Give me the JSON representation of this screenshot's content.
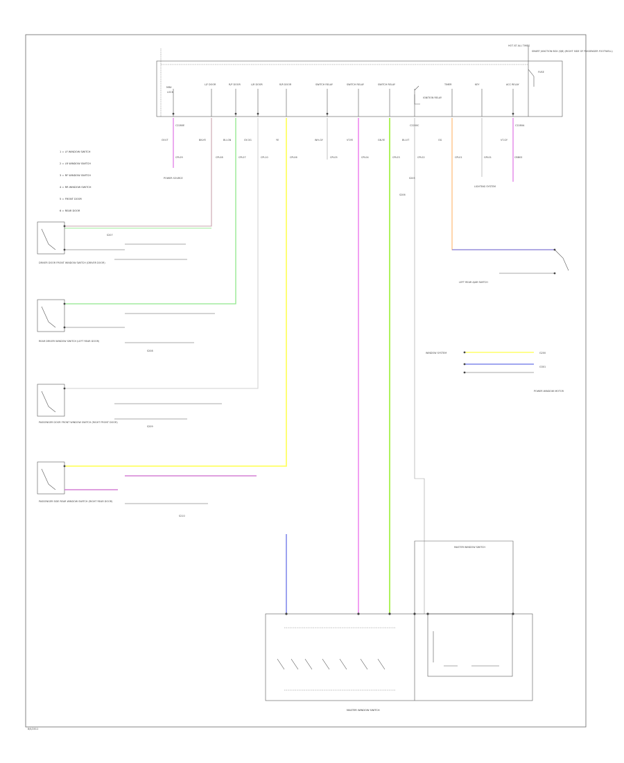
{
  "diagram": {
    "title": "",
    "module": {
      "top_right_label": "HOT AT ALL TIMES",
      "side_label": "SMART JUNCTION BOX (SJB) (RIGHT SIDE OF PASSENGER FOOTWELL)",
      "pin_labels": [
        "MINI",
        "L/F DOOR",
        "R/F DOOR",
        "L/R DOOR",
        "R/R DOOR",
        "SWITCH RELAY",
        "SWITCH RELAY",
        "SWITCH RELAY",
        "TIMER",
        "KEY",
        "ACC RELAY",
        "LOCK"
      ],
      "relay_label": "IGNITION RELAY",
      "fuse_label": "FUSE",
      "connector_ids": [
        "C2280E",
        "C2280C",
        "C2280A"
      ]
    },
    "wire_codes": [
      "GY-VT",
      "BN-YE",
      "BU-GN",
      "GY-OG",
      "YE",
      "WH-GY",
      "VT-YE",
      "GN-YE",
      "BU-VT",
      "OG",
      "VT-GY"
    ],
    "circuit_ids": [
      "CPL09",
      "CPL08",
      "CPL07",
      "CPL10",
      "CPL06",
      "CPL05",
      "CPL04",
      "CPL03",
      "CPL02",
      "CPL01",
      "GPL01",
      "CBB03"
    ],
    "legend": {
      "items": [
        "1 = LF WINDOW SWITCH",
        "2 = LR WINDOW SWITCH",
        "3 = RF WINDOW SWITCH",
        "4 = RR WINDOW SWITCH",
        "5 = FRONT DOOR",
        "6 = REAR DOOR"
      ]
    },
    "components": [
      "DRIVER DOOR FRONT WINDOW SWITCH (DRIVER DOOR)",
      "REAR DRIVER WINDOW SWITCH (LEFT REAR DOOR)",
      "PASSENGER DOOR FRONT WINDOW SWITCH (RIGHT FRONT DOOR)",
      "PASSENGER SIDE REAR WINDOW SWITCH (RIGHT REAR DOOR)",
      "WINDOW SYSTEM",
      "LIGHTING SYSTEM",
      "LEFT REAR AJAR SWITCH",
      "POWER SOURCE",
      "POWER WINDOW MOTOR",
      "MASTER WINDOW SWITCH"
    ],
    "splice_labels": [
      "S205",
      "S206",
      "S207",
      "S208",
      "S209",
      "S210"
    ],
    "ground_labels": [
      "G200",
      "G301"
    ],
    "bottom_label": "MASTER WINDOW SWITCH",
    "footer_code": "8/4/2011"
  }
}
